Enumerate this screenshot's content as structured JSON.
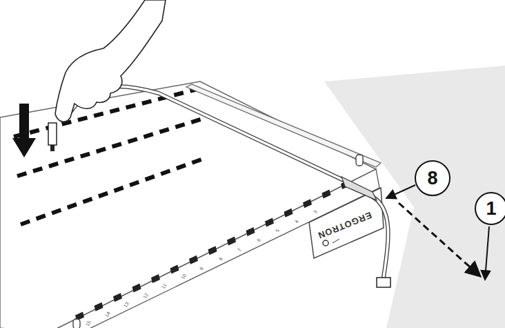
{
  "diagram": {
    "nodes": [
      {
        "text": [
          "8"
        ]
      },
      {
        "text": [
          "1"
        ]
      }
    ],
    "labels": [
      "3",
      "4",
      "5",
      "6",
      "7",
      "8",
      "9",
      "10",
      "11",
      "12",
      "13",
      "14",
      "15",
      "ERGOTRON"
    ]
  }
}
